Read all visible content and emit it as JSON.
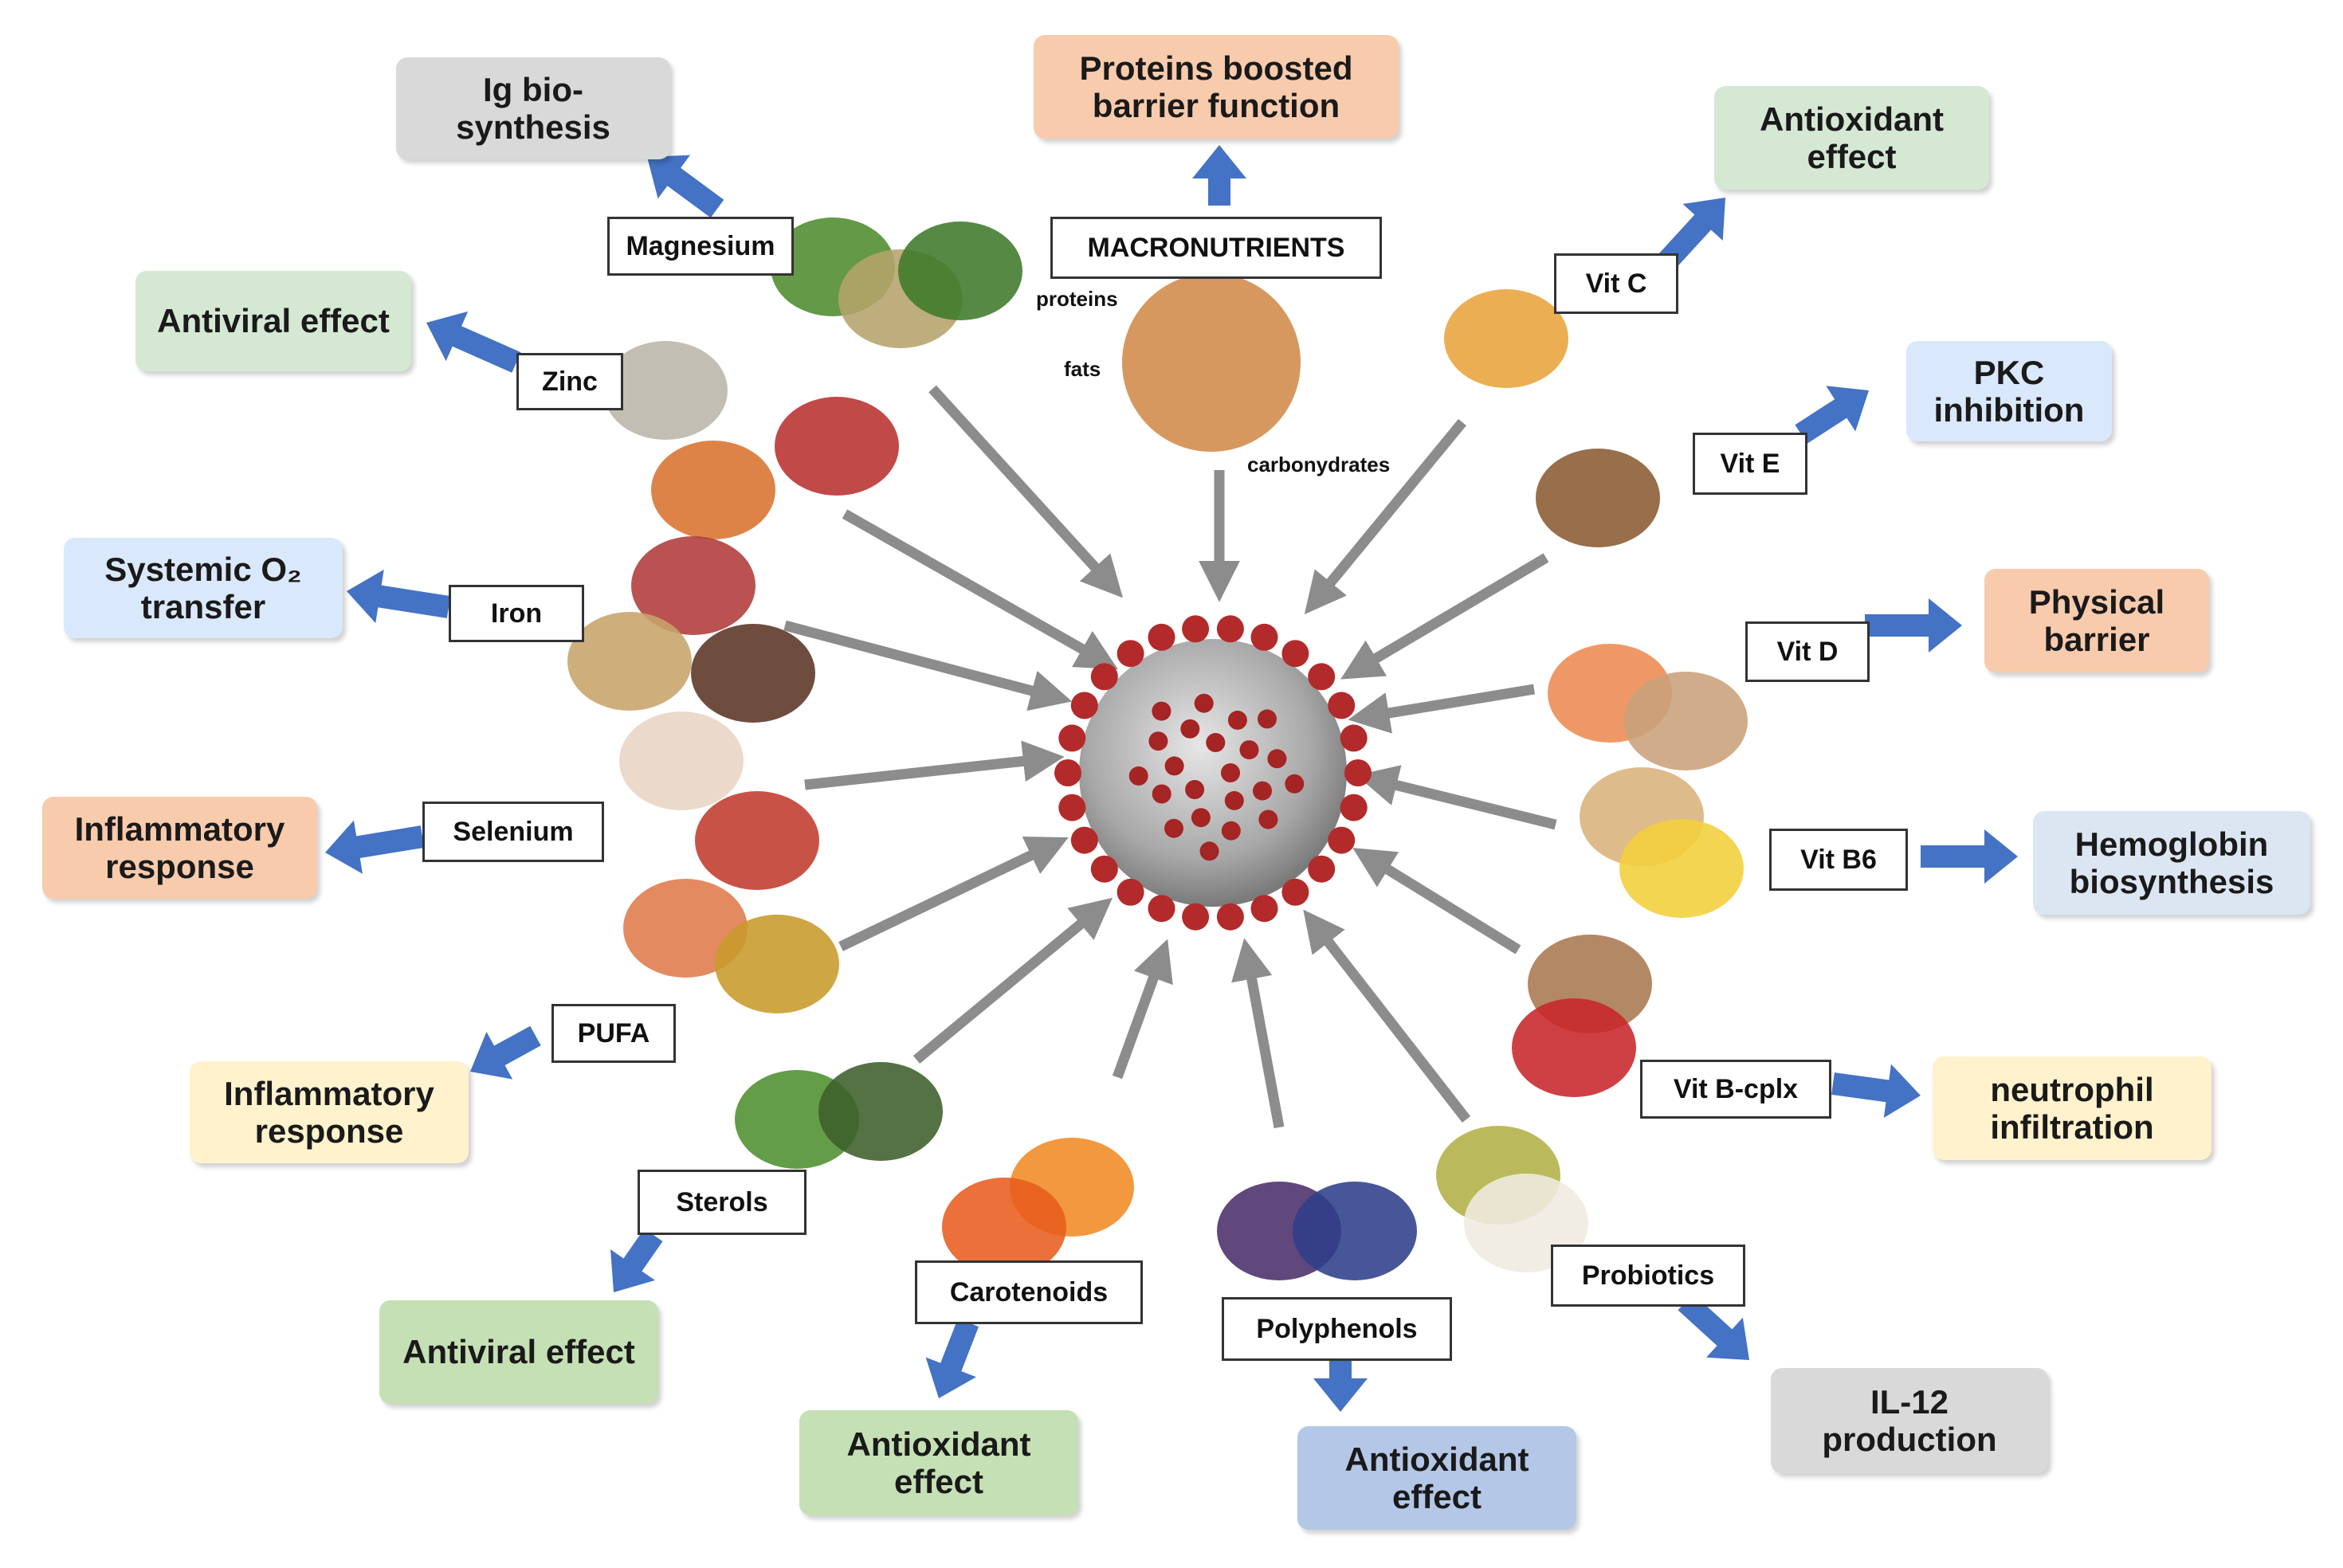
{
  "center": {
    "name": "coronavirus"
  },
  "colors": {
    "arrow_gray": "#8c8c8c",
    "arrow_blue": "#4472c4",
    "gray": "#d9d9d9",
    "orange": "#f8cbad",
    "green": "#d5e8d4",
    "blue": "#dae8fc",
    "yellow": "#fff2cc",
    "light_blue": "#dce6f2",
    "mid_blue": "#b4c7e7",
    "green_strong": "#c5e0b4"
  },
  "nutrients": [
    {
      "id": "magnesium",
      "label": "Magnesium",
      "effect": "Ig bio-\nsynthesis",
      "effect_color": "gray"
    },
    {
      "id": "macronutrients",
      "label": "MACRONUTRIENTS",
      "effect": "Proteins boosted\nbarrier function",
      "effect_color": "orange"
    },
    {
      "id": "vitc",
      "label": "Vit C",
      "effect": "Antioxidant\neffect",
      "effect_color": "green"
    },
    {
      "id": "zinc",
      "label": "Zinc",
      "effect": "Antiviral effect",
      "effect_color": "green"
    },
    {
      "id": "vite",
      "label": "Vit E",
      "effect": "PKC\ninhibition",
      "effect_color": "blue"
    },
    {
      "id": "iron",
      "label": "Iron",
      "effect": "Systemic O₂\ntransfer",
      "effect_color": "blue"
    },
    {
      "id": "vitd",
      "label": "Vit D",
      "effect": "Physical\nbarrier",
      "effect_color": "orange"
    },
    {
      "id": "selenium",
      "label": "Selenium",
      "effect": "Inflammatory\nresponse",
      "effect_color": "orange"
    },
    {
      "id": "vitb6",
      "label": "Vit B6",
      "effect": "Hemoglobin\nbiosynthesis",
      "effect_color": "light_blue"
    },
    {
      "id": "pufa",
      "label": "PUFA",
      "effect": "Inflammatory\nresponse",
      "effect_color": "yellow"
    },
    {
      "id": "vitbcplx",
      "label": "Vit B-cplx",
      "effect": "neutrophil\ninfiltration",
      "effect_color": "yellow"
    },
    {
      "id": "sterols",
      "label": "Sterols",
      "effect": "Antiviral effect",
      "effect_color": "green_strong"
    },
    {
      "id": "carotenoids",
      "label": "Carotenoids",
      "effect": "Antioxidant\neffect",
      "effect_color": "green_strong"
    },
    {
      "id": "polyphenols",
      "label": "Polyphenols",
      "effect": "Antioxidant\neffect",
      "effect_color": "mid_blue"
    },
    {
      "id": "probiotics",
      "label": "Probiotics",
      "effect": "IL-12\nproduction",
      "effect_color": "gray"
    }
  ],
  "macronutrient_parts": {
    "proteins": "proteins",
    "fats": "fats",
    "carbohydrates": "carbonydrates"
  }
}
